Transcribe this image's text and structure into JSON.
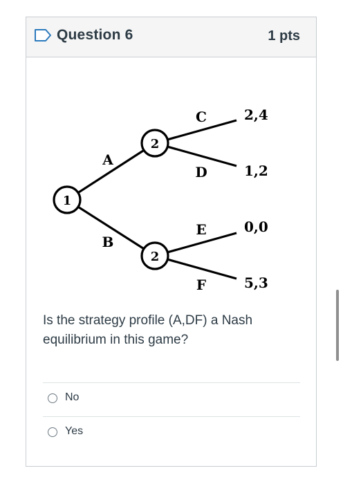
{
  "question": {
    "title": "Question 6",
    "points": "1 pts",
    "prompt": "Is the strategy profile (A,DF) a Nash equilibrium in this game?"
  },
  "game_tree": {
    "root": "1",
    "nodes": [
      "2",
      "2"
    ],
    "actions": [
      "A",
      "B",
      "C",
      "D",
      "E",
      "F"
    ],
    "payoffs": [
      "2,4",
      "1,2",
      "0,0",
      "5,3"
    ]
  },
  "answers": [
    {
      "label": "No",
      "selected": false
    },
    {
      "label": "Yes",
      "selected": false
    }
  ],
  "colors": {
    "header_bg": "#f5f5f5",
    "border": "#c7cdd1",
    "text": "#2d3b45",
    "flag": "#2b7abc"
  },
  "icons": {
    "flag": "bookmark-flag-icon",
    "radio": "radio-button-icon"
  }
}
